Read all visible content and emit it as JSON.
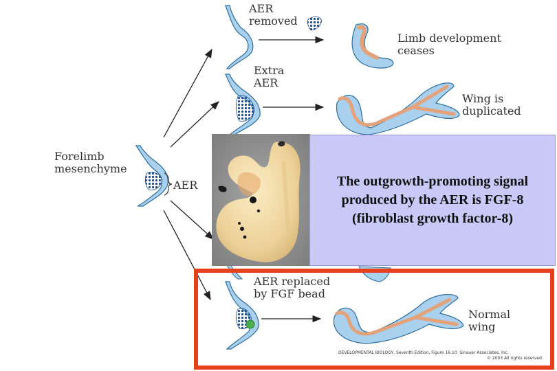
{
  "labels": {
    "forelimb": "Forelimb\nmesenchyme",
    "aer": "AER",
    "aer_removed": "AER\nremoved",
    "limb_ceases": "Limb development\nceases",
    "extra_aer": "Extra\nAER",
    "wing_duplicated": "Wing is\nduplicated",
    "aer_replaced": "AER replaced\nby FGF bead",
    "normal_wing": "Normal\nwing"
  },
  "callout": {
    "text": "The outgrowth-promoting signal produced by the AER is FGF-8 (fibroblast growth factor-8)"
  },
  "credit": {
    "line1": "DEVELOPMENTAL BIOLOGY, Seventh Edition, Figure 16.10  Sinauer Associates, Inc.",
    "line2": "© 2003 All rights reserved."
  },
  "colors": {
    "limb_blue": "#a9d0ec",
    "limb_outline": "#2b6c9a",
    "bone": "#e3a27a",
    "aer_dots": "#1f4d8a",
    "fgf_bead": "#4caf50",
    "highlight": "#e8401c",
    "callout_bg": "#c9c9f7"
  }
}
